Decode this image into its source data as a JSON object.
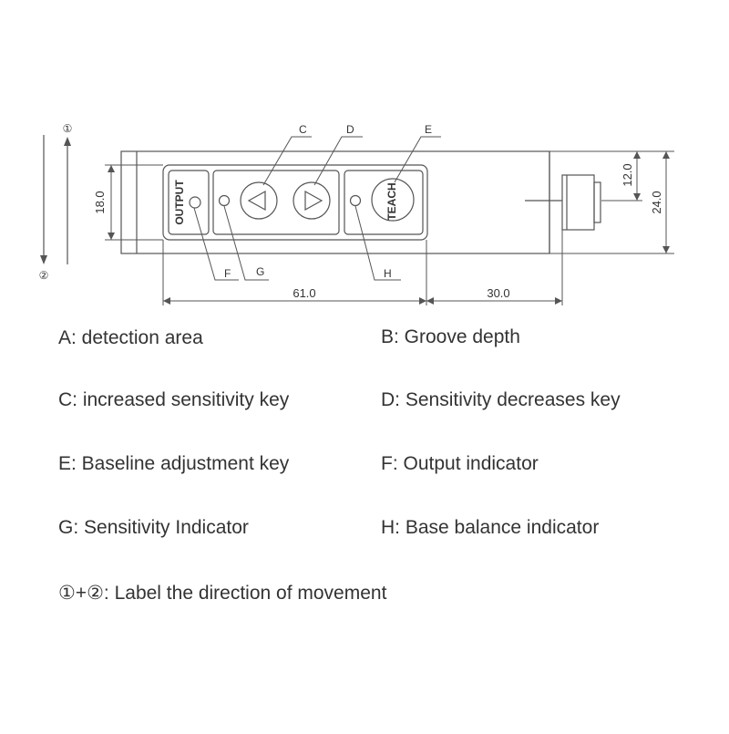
{
  "diagram": {
    "direction_up": "①",
    "direction_down": "②",
    "callouts": {
      "c": "C",
      "d": "D",
      "e": "E",
      "f": "F",
      "g": "G",
      "h": "H"
    },
    "panel": {
      "output_label": "OUTPUT",
      "teach_label": "TEACH"
    },
    "dimensions": {
      "height_body": "18.0",
      "length_body": "61.0",
      "length_connector": "30.0",
      "connector_offset": "12.0",
      "height_total": "24.0"
    }
  },
  "legend": {
    "a": "A: detection area",
    "b": "B: Groove depth",
    "c": "C: increased sensitivity key",
    "d": "D: Sensitivity decreases key",
    "e": "E: Baseline adjustment key",
    "f": "F: Output indicator",
    "g": "G: Sensitivity Indicator",
    "h": "H: Base balance indicator",
    "direction": "①+②: Label the direction of movement"
  }
}
